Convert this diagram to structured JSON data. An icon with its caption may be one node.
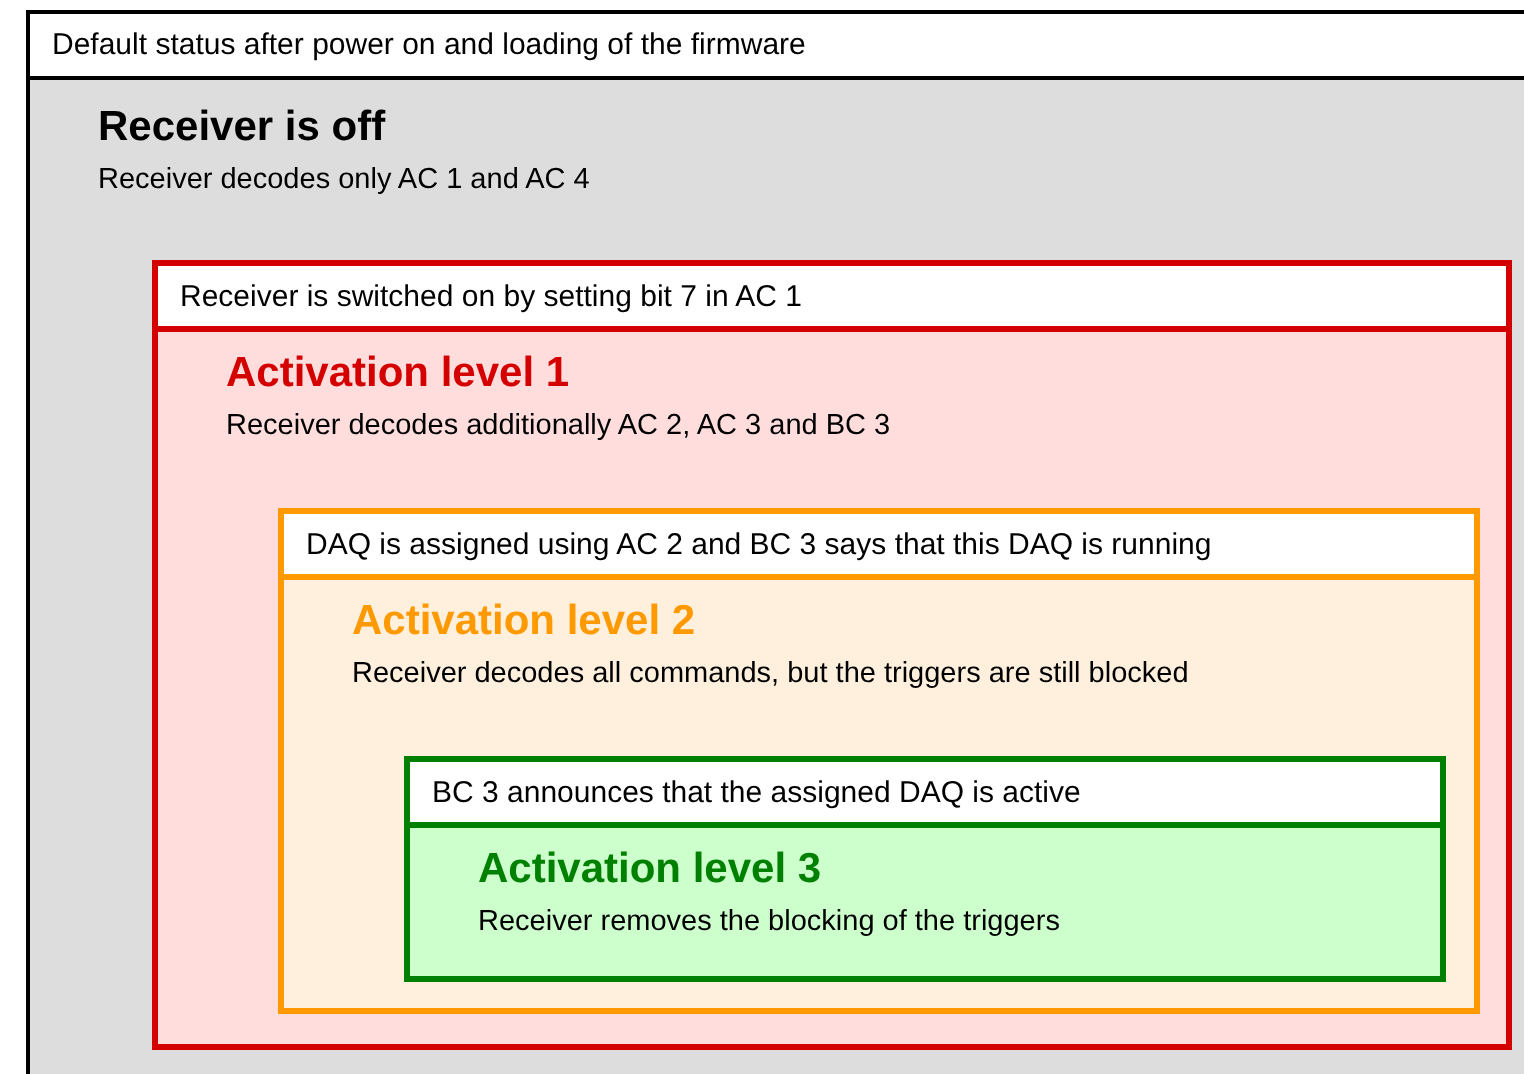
{
  "diagram": {
    "nodes": [
      {
        "text": [
          "Default status after power on and loading of the firmware",
          "Receiver is off",
          "Receiver decodes only AC 1 and AC 4"
        ]
      },
      {
        "text": [
          "Receiver is switched on by setting bit 7 in AC 1",
          "Activation level 1",
          "Receiver decodes additionally AC 2, AC 3 and BC 3"
        ],
        "in": 0
      },
      {
        "text": [
          "DAQ is assigned using AC 2 and BC 3 says that this DAQ is running",
          "Activation level 2",
          "Receiver decodes all commands, but the triggers are still blocked"
        ],
        "in": 1
      },
      {
        "text": [
          "BC 3 announces that the assigned DAQ is active",
          "Activation level 3",
          "Receiver removes the blocking of the triggers"
        ],
        "in": 2
      }
    ]
  }
}
